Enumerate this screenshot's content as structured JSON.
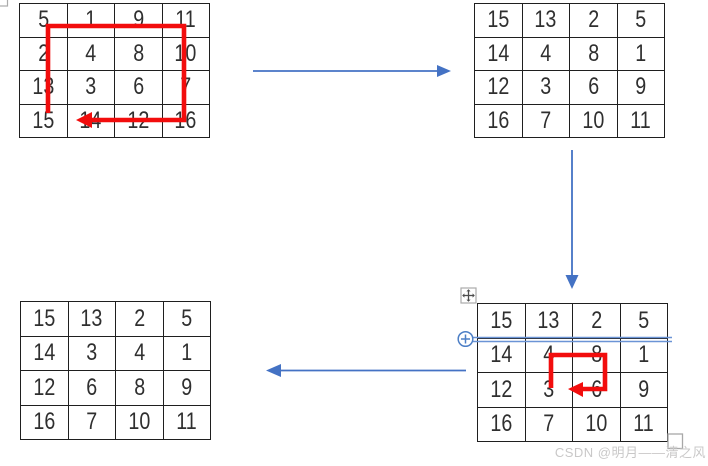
{
  "tables": [
    {
      "name": "original-matrix",
      "rows": [
        [
          "5",
          "1",
          "9",
          "11"
        ],
        [
          "2",
          "4",
          "8",
          "10"
        ],
        [
          "13",
          "3",
          "6",
          "7"
        ],
        [
          "15",
          "14",
          "12",
          "16"
        ]
      ]
    },
    {
      "name": "matrix-after-outer-ring-rotation",
      "rows": [
        [
          "15",
          "13",
          "2",
          "5"
        ],
        [
          "14",
          "4",
          "8",
          "1"
        ],
        [
          "12",
          "3",
          "6",
          "9"
        ],
        [
          "16",
          "7",
          "10",
          "11"
        ]
      ]
    },
    {
      "name": "final-matrix",
      "rows": [
        [
          "15",
          "13",
          "2",
          "5"
        ],
        [
          "14",
          "3",
          "4",
          "1"
        ],
        [
          "12",
          "6",
          "8",
          "9"
        ],
        [
          "16",
          "7",
          "10",
          "11"
        ]
      ]
    },
    {
      "name": "matrix-inner-ring-rotation-step",
      "rows": [
        [
          "15",
          "13",
          "2",
          "5"
        ],
        [
          "14",
          "4",
          "8",
          "1"
        ],
        [
          "12",
          "3",
          "6",
          "9"
        ],
        [
          "16",
          "7",
          "10",
          "11"
        ]
      ]
    }
  ],
  "watermark": {
    "text": "CSDN @明月——清之风",
    "color": "#c9c8c8"
  },
  "colors": {
    "step_arrow_blue": "#4472c4",
    "rotation_path_red": "#f20d0d",
    "insert_indicator_blue": "#6b94d6",
    "table_border": "#1f1f1f",
    "cell_text": "#2f2f2f"
  },
  "icons": {
    "move_handle": "table-move-handle-icon",
    "insert_plus": "insert-row-plus-icon",
    "resize_handle": "table-resize-handle-icon",
    "step_arrows": [
      "right-arrow-icon",
      "down-arrow-icon",
      "left-arrow-icon"
    ]
  }
}
